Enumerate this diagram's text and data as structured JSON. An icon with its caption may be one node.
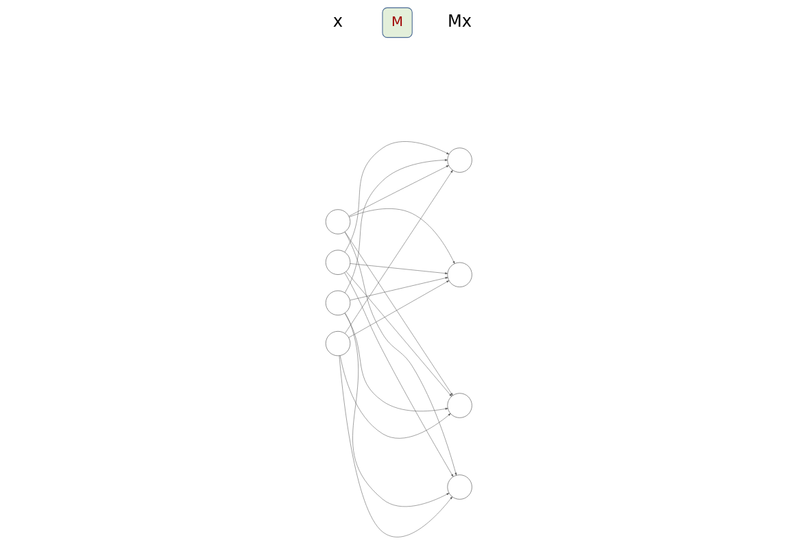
{
  "diagram": {
    "nodes": [
      {
        "text": [],
        "shape": "circle"
      },
      {
        "text": [],
        "shape": "circle"
      },
      {
        "text": [],
        "shape": "circle"
      },
      {
        "text": [],
        "shape": "circle"
      },
      {
        "text": [],
        "shape": "circle"
      },
      {
        "text": [],
        "shape": "circle"
      },
      {
        "text": [],
        "shape": "circle"
      },
      {
        "text": [],
        "shape": "circle"
      },
      {
        "text": [
          "M"
        ]
      }
    ],
    "edges": [
      {
        "from": 0,
        "to": 4,
        "arrow": "to"
      },
      {
        "from": 0,
        "to": 5,
        "arrow": "to"
      },
      {
        "from": 0,
        "to": 6,
        "arrow": "to"
      },
      {
        "from": 0,
        "to": 7,
        "arrow": "to"
      },
      {
        "from": 1,
        "to": 4,
        "arrow": "to"
      },
      {
        "from": 1,
        "to": 5,
        "arrow": "to"
      },
      {
        "from": 1,
        "to": 6,
        "arrow": "to"
      },
      {
        "from": 1,
        "to": 7,
        "arrow": "to"
      },
      {
        "from": 2,
        "to": 4,
        "arrow": "to"
      },
      {
        "from": 2,
        "to": 5,
        "arrow": "to"
      },
      {
        "from": 2,
        "to": 6,
        "arrow": "to"
      },
      {
        "from": 2,
        "to": 7,
        "arrow": "to"
      },
      {
        "from": 3,
        "to": 4,
        "arrow": "to"
      },
      {
        "from": 3,
        "to": 5,
        "arrow": "to"
      },
      {
        "from": 3,
        "to": 6,
        "arrow": "to"
      },
      {
        "from": 3,
        "to": 7,
        "arrow": "to"
      }
    ],
    "labels": [
      "x",
      "Mx"
    ]
  }
}
